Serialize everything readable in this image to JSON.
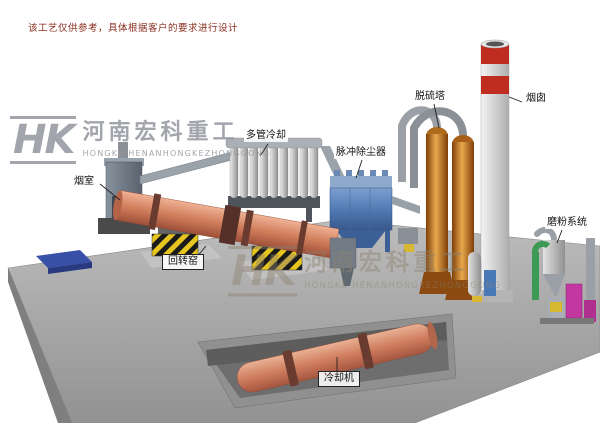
{
  "disclaimer": "该工艺仅供参考，具体根据客户的要求进行设计",
  "watermark": {
    "initials": "HK",
    "brand_cn": "河南宏科重工",
    "brand_en": "HONGKE HENANHONGKEZHONGGONG"
  },
  "labels": {
    "smoke_chamber": "烟室",
    "multi_tube_cooler": "多管冷却",
    "pulse_dust_collector": "脉冲除尘器",
    "desulfurization_tower": "脱硫塔",
    "chimney": "烟囱",
    "grinding_system": "磨粉系统",
    "rotary_kiln": "回转窑",
    "cooling_machine": "冷却机"
  },
  "colors": {
    "kiln_body": "#d07e5c",
    "dust_collector_blue": "#4a74ae",
    "desulfurization_tower_orange": "#c07c28",
    "chimney_band_red": "#bf2c20",
    "ground_gray": "#a0a0a0",
    "watermark_gray": "#9a9ca4",
    "disclaimer_red": "#8b2e20",
    "hazard_yellow": "#e6c51e"
  }
}
